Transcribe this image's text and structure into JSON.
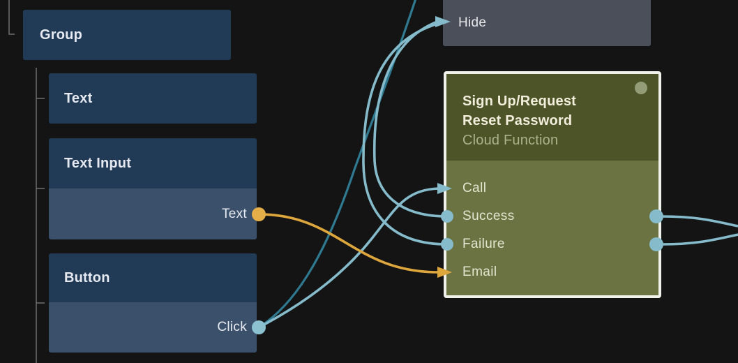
{
  "app": "visual node graph editor",
  "colors": {
    "background": "#141414",
    "node_header_blue": "#213A56",
    "node_body_blue": "#3B506A",
    "hide_section_gray": "#4B4F59",
    "function_header_olive": "#4D5428",
    "function_body_olive": "#6C7342",
    "selection_border_white": "#F1F1EB",
    "signal_teal_light": "#85BBCA",
    "signal_teal_dark": "#2F7A90",
    "data_orange": "#DEA73E",
    "tree_line_gray": "#6E6E6E",
    "status_dot_olive": "#939C77"
  },
  "hierarchy": {
    "group": {
      "title": "Group"
    },
    "text": {
      "title": "Text"
    },
    "text_input": {
      "title": "Text Input",
      "output_port": "Text"
    },
    "button": {
      "title": "Button",
      "output_port": "Click"
    }
  },
  "hide_node": {
    "port": "Hide"
  },
  "cloud_function_node": {
    "title_line1": "Sign Up/Request",
    "title_line2": "Reset Password",
    "subtitle": "Cloud Function",
    "ports": [
      {
        "label": "Call"
      },
      {
        "label": "Success"
      },
      {
        "label": "Failure"
      },
      {
        "label": "Email"
      }
    ]
  },
  "connections": [
    {
      "from": "Button.Click",
      "to": "Sign Up/Request Reset Password.Call",
      "type": "signal"
    },
    {
      "from": "Button.Click",
      "to": "off-screen top",
      "type": "signal"
    },
    {
      "from": "Text Input.Text",
      "to": "Sign Up/Request Reset Password.Email",
      "type": "data"
    },
    {
      "from": "Sign Up/Request Reset Password.Success",
      "to": "Hide",
      "type": "signal"
    },
    {
      "from": "Sign Up/Request Reset Password.Failure",
      "to": "Hide",
      "type": "signal"
    },
    {
      "from": "Sign Up/Request Reset Password.Success",
      "to": "off-screen right",
      "type": "signal"
    },
    {
      "from": "Sign Up/Request Reset Password.Failure",
      "to": "off-screen right",
      "type": "signal"
    }
  ]
}
